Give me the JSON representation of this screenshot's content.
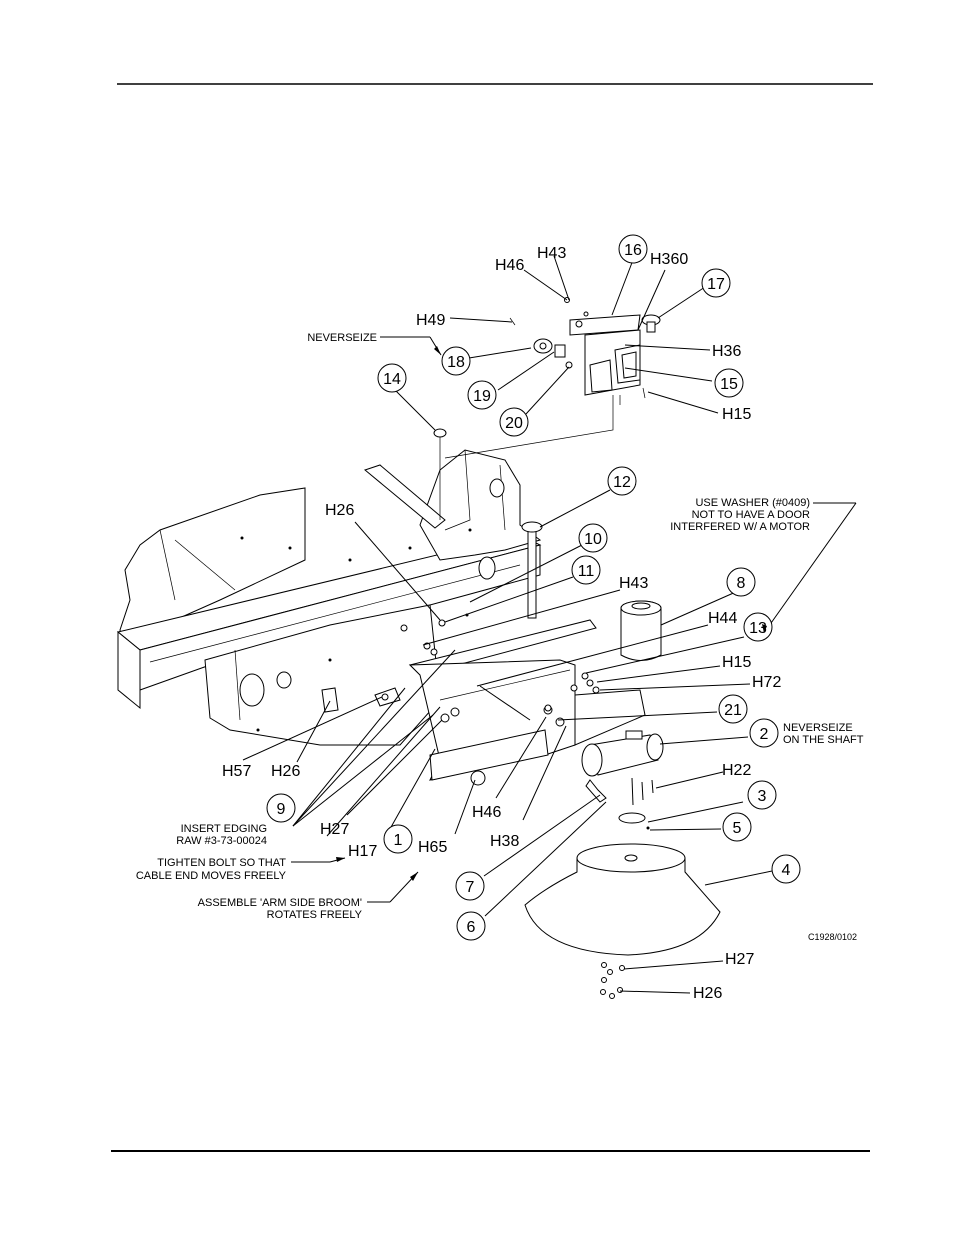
{
  "drawing_code": "C1928/0102",
  "callouts": [
    "16",
    "17",
    "18",
    "14",
    "19",
    "15",
    "20",
    "12",
    "10",
    "11",
    "8",
    "13",
    "21",
    "2",
    "3",
    "9",
    "1",
    "5",
    "4",
    "7",
    "6"
  ],
  "part_labels": [
    "H43",
    "H46",
    "H360",
    "H49",
    "H36",
    "H15",
    "H26",
    "H43",
    "H44",
    "H15",
    "H72",
    "H57",
    "H26",
    "H22",
    "H46",
    "H27",
    "H38",
    "H65",
    "H17",
    "H27",
    "H26"
  ],
  "notes": {
    "neverseize_top": "NEVERSEIZE",
    "washer_line1": "USE WASHER (#0409)",
    "washer_line2": "NOT TO HAVE A DOOR",
    "washer_line3": "INTERFERED W/ A MOTOR",
    "shaft_line1": "NEVERSEIZE",
    "shaft_line2": "ON THE SHAFT",
    "edging_line1": "INSERT EDGING",
    "edging_line2": "RAW #3-73-00024",
    "tighten_line1": "TIGHTEN BOLT SO THAT",
    "tighten_line2": "CABLE END MOVES FREELY",
    "assemble_line1": "ASSEMBLE 'ARM SIDE BROOM'",
    "assemble_line2": "ROTATES FREELY"
  },
  "colors": {
    "ink": "#000000",
    "paper": "#ffffff"
  }
}
